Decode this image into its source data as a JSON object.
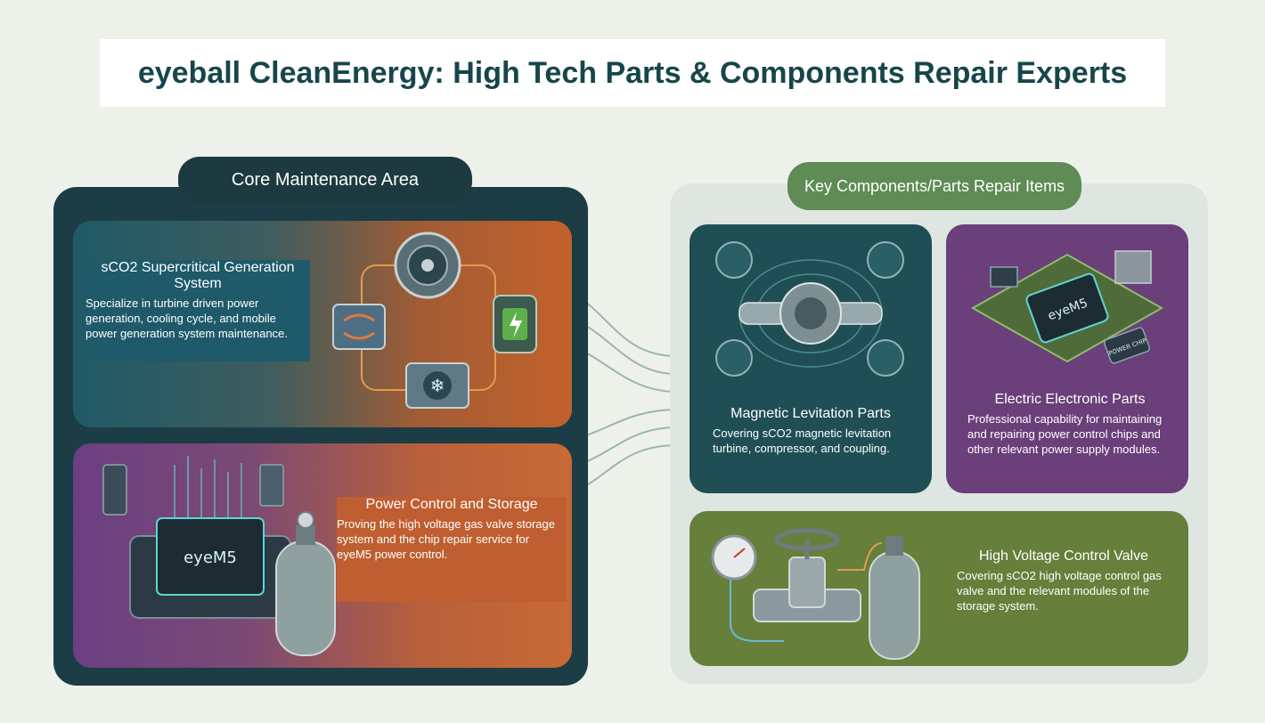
{
  "title": "eyeball CleanEnergy: High Tech Parts & Components Repair Experts",
  "left": {
    "header": "Core Maintenance Area",
    "sco2": {
      "title": "sCO2 Supercritical Generation System",
      "text": "Specialize in turbine driven power generation, cooling cycle, and mobile power generation system maintenance."
    },
    "power": {
      "title": "Power Control and Storage",
      "text": "Proving the high voltage gas valve storage system and the chip repair service for eyeM5 power control.",
      "chip_label": "eyeM5"
    }
  },
  "right": {
    "header": "Key Components/Parts Repair Items",
    "maglev": {
      "title": "Magnetic Levitation Parts",
      "text": "Covering sCO2 magnetic levitation turbine, compressor, and coupling."
    },
    "electric": {
      "title": "Electric Electronic Parts",
      "text": "Professional capability for maintaining and repairing power control chips and other relevant power supply modules.",
      "chip_label": "eyeM5",
      "small_chip_label": "POWER CHIP"
    },
    "valve": {
      "title": "High Voltage Control Valve",
      "text": "Covering sCO2 high voltage control gas valve and the relevant modules of the storage system."
    }
  }
}
